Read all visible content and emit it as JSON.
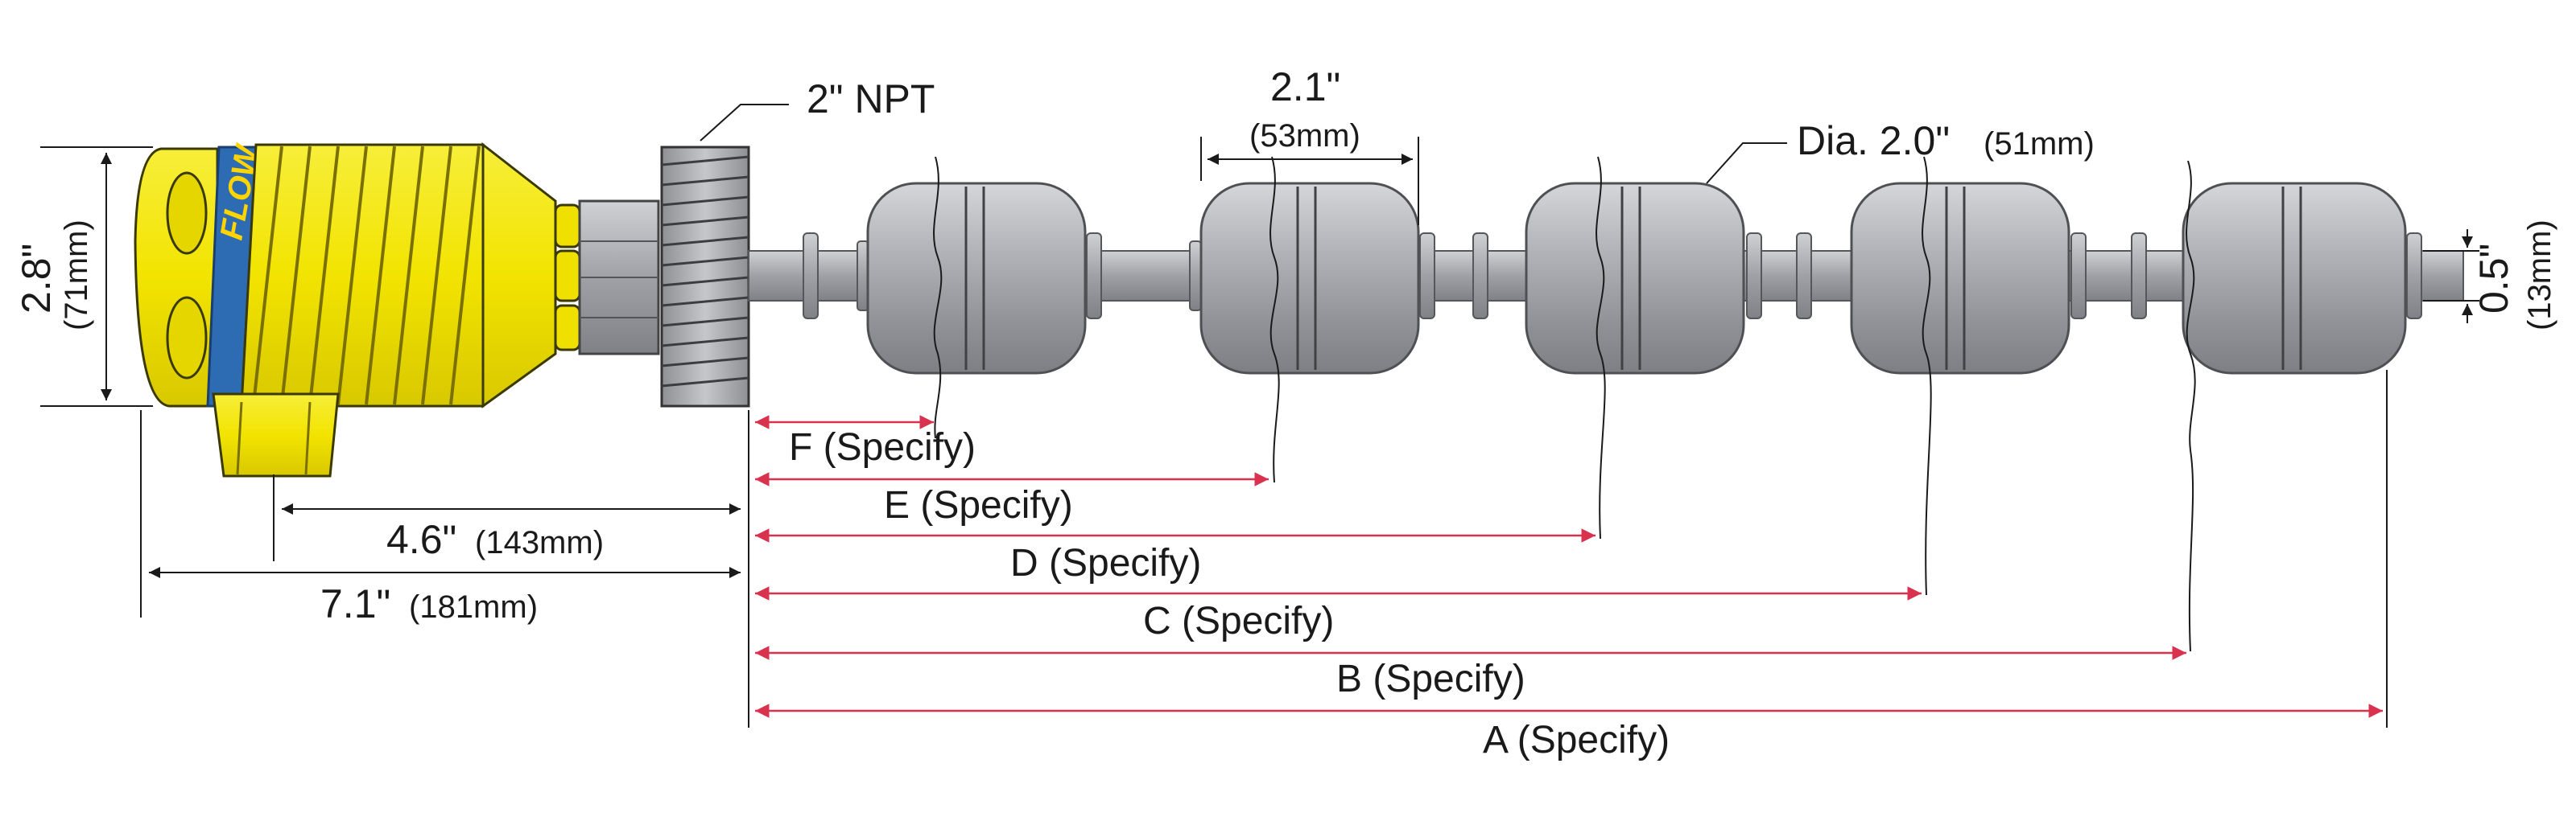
{
  "labels": {
    "npt": "2\" NPT",
    "float_width": "2.1\"",
    "float_width_mm": "(53mm)",
    "float_dia": "Dia. 2.0\"",
    "float_dia_mm": "(51mm)",
    "head_height": "2.8\"",
    "head_height_mm": "(71mm)",
    "stem_dia": "0.5\"",
    "stem_dia_mm": "(13mm)",
    "head_len_short": "4.6\"",
    "head_len_short_mm": "(143mm)",
    "head_len_long": "7.1\"",
    "head_len_long_mm": "(181mm)",
    "brand": "FLOW"
  },
  "specify": {
    "f": "F (Specify)",
    "e": "E (Specify)",
    "d": "D (Specify)",
    "c": "C (Specify)",
    "b": "B (Specify)",
    "a": "A (Specify)"
  },
  "colors": {
    "housing_yellow": "#f2e400",
    "housing_outline": "#3a3a00",
    "brand_blue": "#2d6bb3",
    "float_gray": "#a6a8ae",
    "stem_gray": "#9a9ca2",
    "dimension_red": "#d8324f",
    "dimension_black": "#1a1a1a"
  }
}
